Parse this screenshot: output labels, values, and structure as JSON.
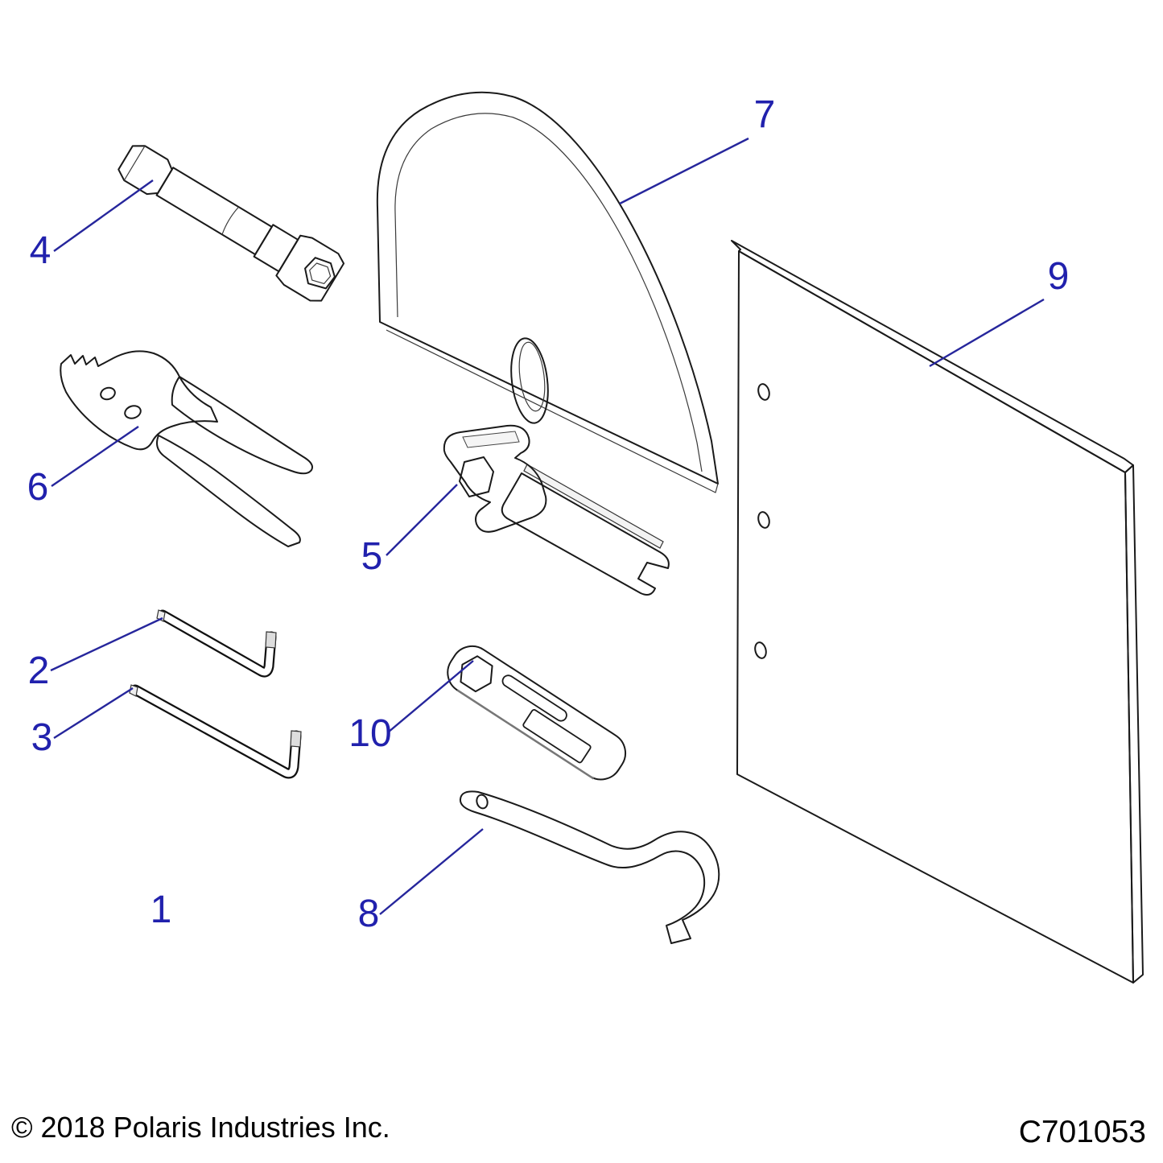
{
  "diagram": {
    "code": "C701053",
    "copyright": "© 2018 Polaris Industries Inc."
  },
  "colors": {
    "callout_blue": "#2121ad",
    "leader_blue": "#26269c",
    "outline_black": "#1a1a1a",
    "panel_gray": "#c9c9c9",
    "tool_gray": "#d6d6d6",
    "background": "#ffffff"
  },
  "callouts": [
    {
      "label": "1"
    },
    {
      "label": "2"
    },
    {
      "label": "3"
    },
    {
      "label": "4"
    },
    {
      "label": "5"
    },
    {
      "label": "6"
    },
    {
      "label": "7"
    },
    {
      "label": "8"
    },
    {
      "label": "9"
    },
    {
      "label": "10"
    }
  ]
}
